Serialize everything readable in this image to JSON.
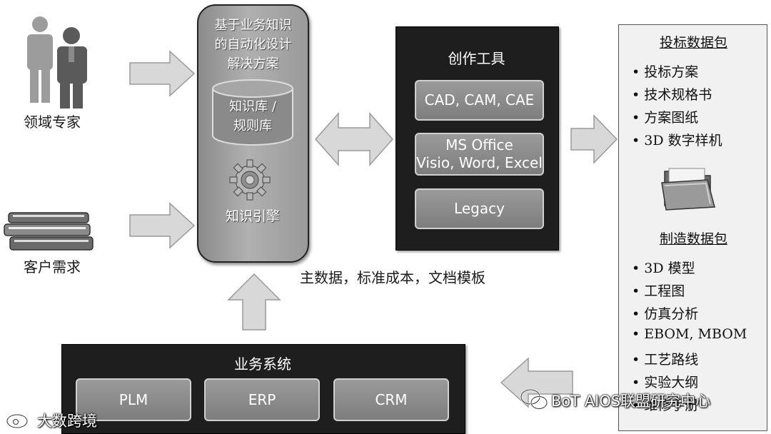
{
  "left": {
    "experts_label": "领域专家",
    "customer_label": "客户需求"
  },
  "engine": {
    "title_lines": [
      "基于业务知识",
      "的自动化设计",
      "解决方案"
    ],
    "kb_lines": [
      "知识库 /",
      "规则库"
    ],
    "engine_label": "知识引擎"
  },
  "tools": {
    "title": "创作工具",
    "btn_cad": "CAD, CAM, CAE",
    "btn_office_lines": [
      "MS Office",
      "Visio, Word, Excel"
    ],
    "btn_legacy": "Legacy"
  },
  "master_data": "主数据，标准成本，文档模板",
  "business": {
    "title": "业务系统",
    "btn_plm": "PLM",
    "btn_erp": "ERP",
    "btn_crm": "CRM"
  },
  "bid_package": {
    "title": "投标数据包",
    "items": [
      "• 投标方案",
      "• 技术规格书",
      "• 方案图纸",
      "• 3D 数字样机"
    ]
  },
  "mfg_package": {
    "title": "制造数据包",
    "items": [
      "• 3D 模型",
      "• 工程图",
      "• 仿真分析",
      "• EBOM, MBOM",
      "• 工艺路线",
      "• 实验大纲",
      "• 维修手册"
    ]
  },
  "watermarks": {
    "bottom_left": "大数跨境",
    "bottom_right": "BoT AIOS联盟研究中心"
  }
}
